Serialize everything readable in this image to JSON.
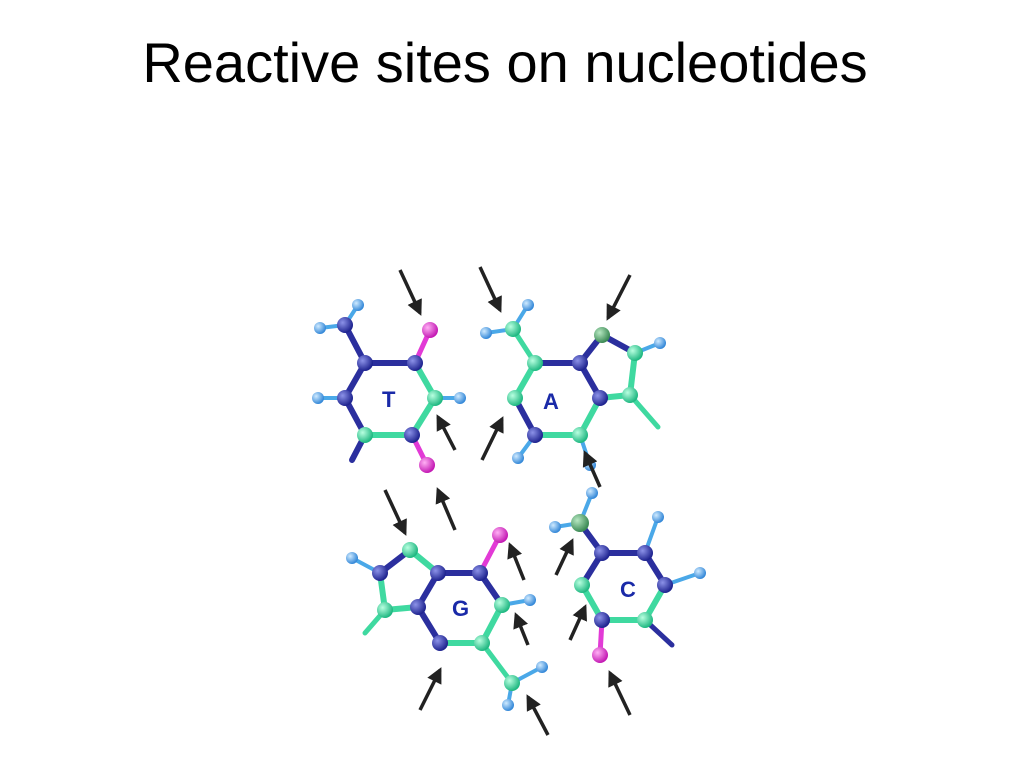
{
  "slide": {
    "title": "Reactive sites on nucleotides"
  },
  "bases": [
    {
      "label": "T"
    },
    {
      "label": "A"
    },
    {
      "label": "G"
    },
    {
      "label": "C"
    }
  ],
  "colors": {
    "nitrogen": "#2b2f9e",
    "carbon": "#3fd9a0",
    "hydrogen": "#4aa8e8",
    "oxygen": "#e23ad6",
    "reactive_site": "#6aa87a",
    "arrow": "#222222"
  },
  "legend": []
}
